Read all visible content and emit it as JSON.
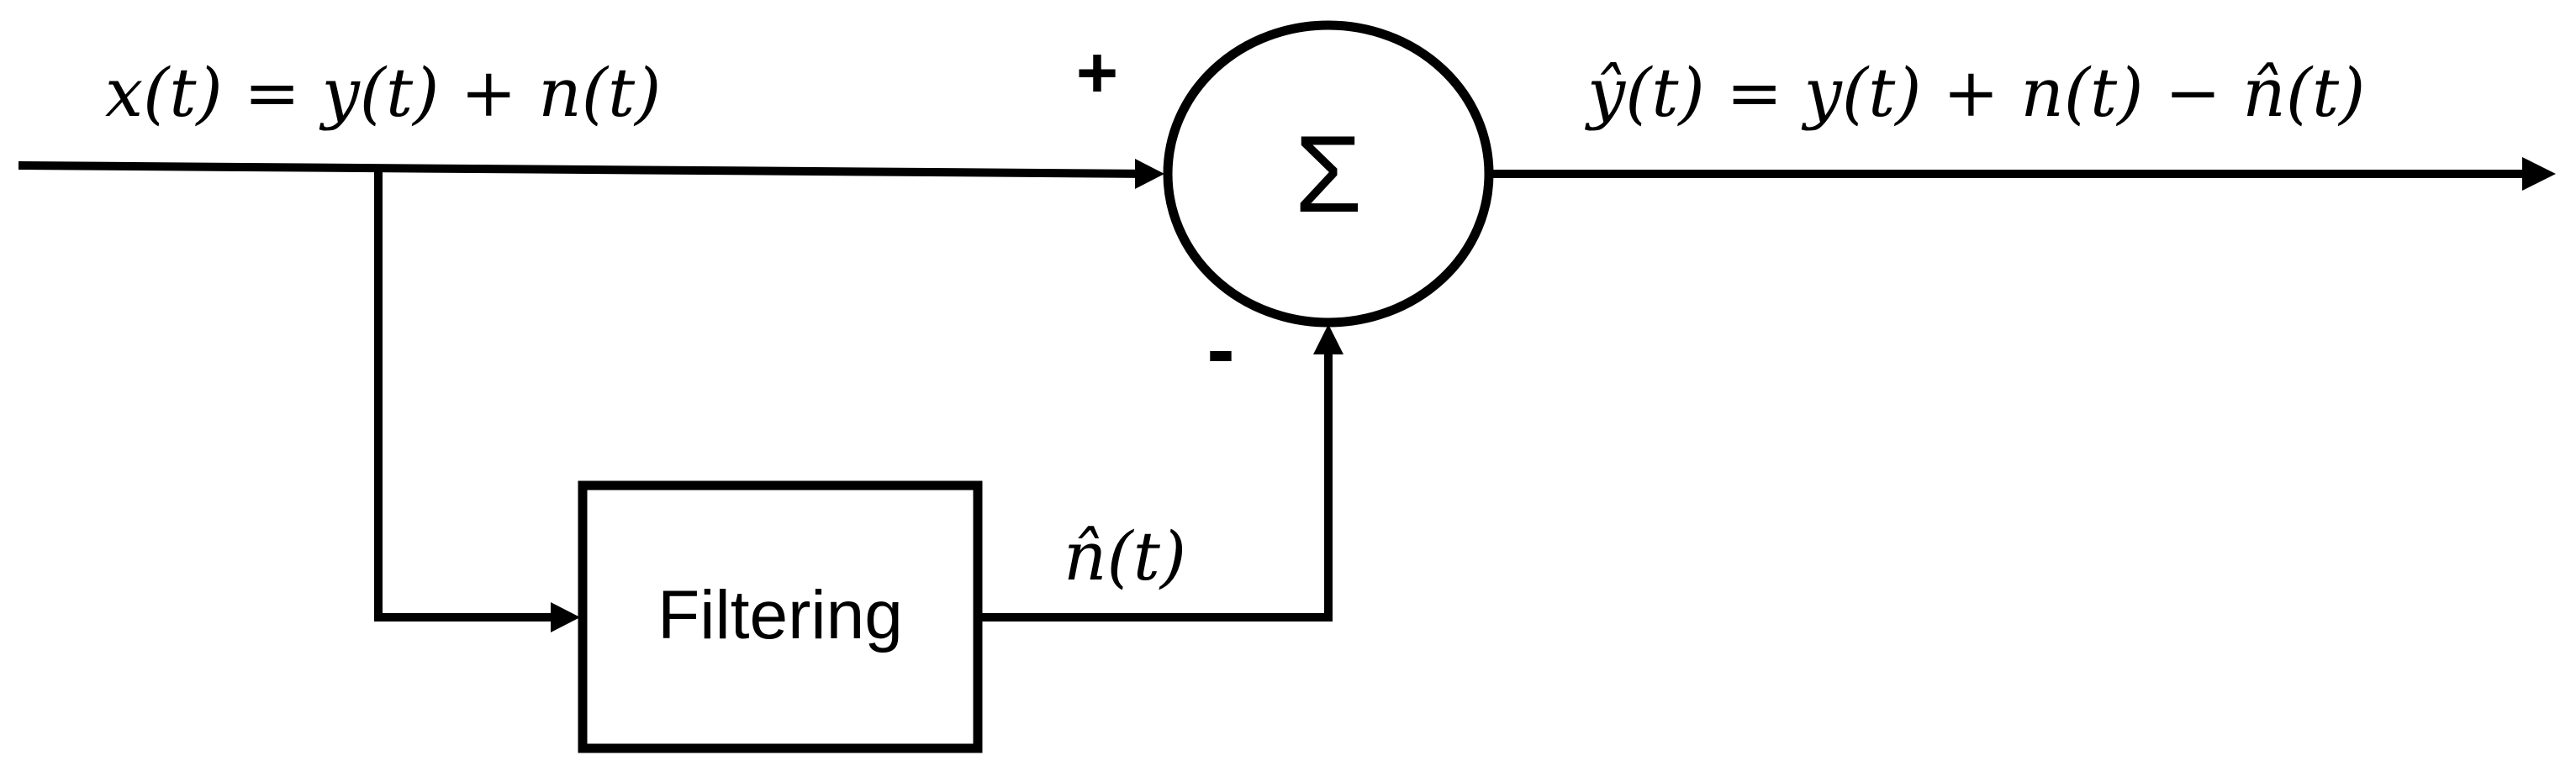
{
  "diagram": {
    "input_label": "x(t) = y(t) + n(t)",
    "output_label": "ŷ(t) = y(t) + n(t) −  n̂(t)",
    "plus_sign": "+",
    "minus_sign": "-",
    "sum_symbol": "Σ",
    "filter_block_label": "Filtering",
    "noise_estimate_label": "n̂(t)"
  },
  "colors": {
    "stroke": "#000000",
    "background": "#ffffff"
  }
}
